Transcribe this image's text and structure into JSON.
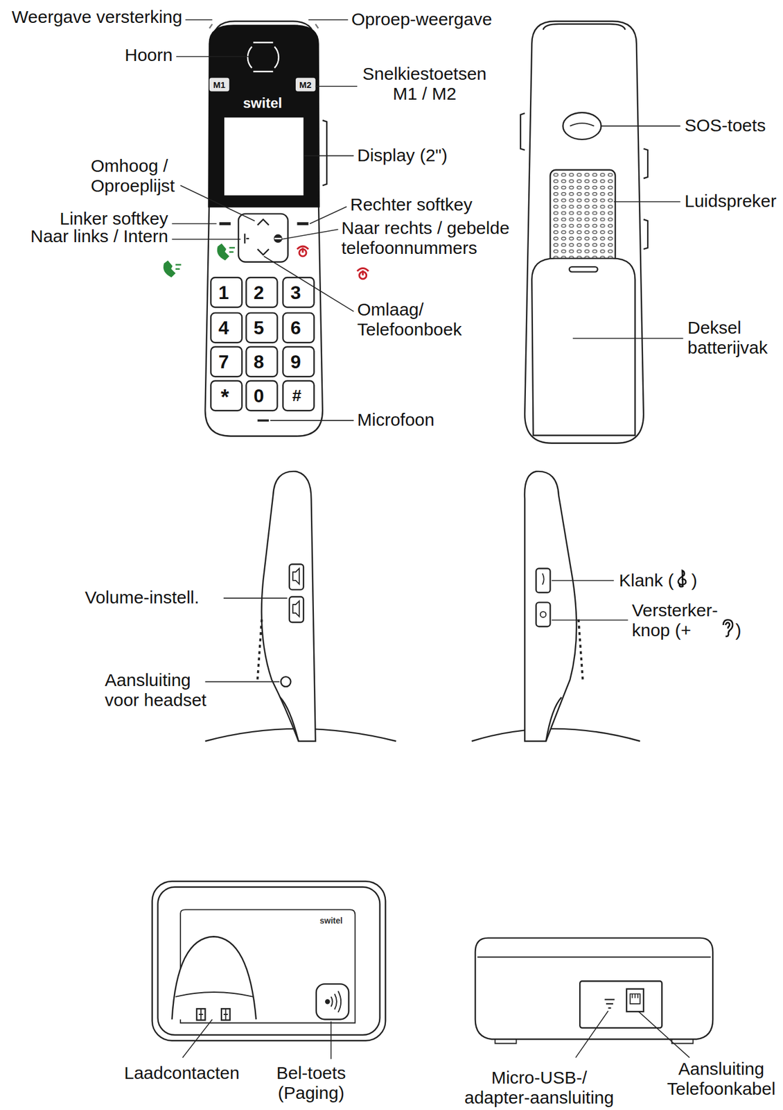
{
  "diagram": {
    "labels": [
      "Weergave versterking",
      "Oproep-weergave",
      "Hoorn",
      "Snelkiestoetsen M1 / M2",
      "Display (2\")",
      "Omhoog / Oproeplijst",
      "Linker softkey",
      "Naar links / Intern",
      "Rechter softkey",
      "Naar rechts / gebelde telefoonnummers",
      "Omlaag/ Telefoonboek",
      "Microfoon",
      "SOS-toets",
      "Luidspreker",
      "Deksel batterijvak",
      "Volume-instell.",
      "Aansluiting voor headset",
      "Klank (",
      ")",
      "Versterker- knop (+",
      ")",
      "Laadcontacten",
      "Bel-toets (Paging)",
      "Micro-USB-/ adapter-aansluiting",
      "Aansluiting Telefoonkabel",
      "switel",
      "M1",
      "M2",
      "1",
      "2",
      "3",
      "4",
      "5",
      "6",
      "7",
      "8",
      "9",
      "*",
      "0",
      "#",
      "switel"
    ]
  }
}
